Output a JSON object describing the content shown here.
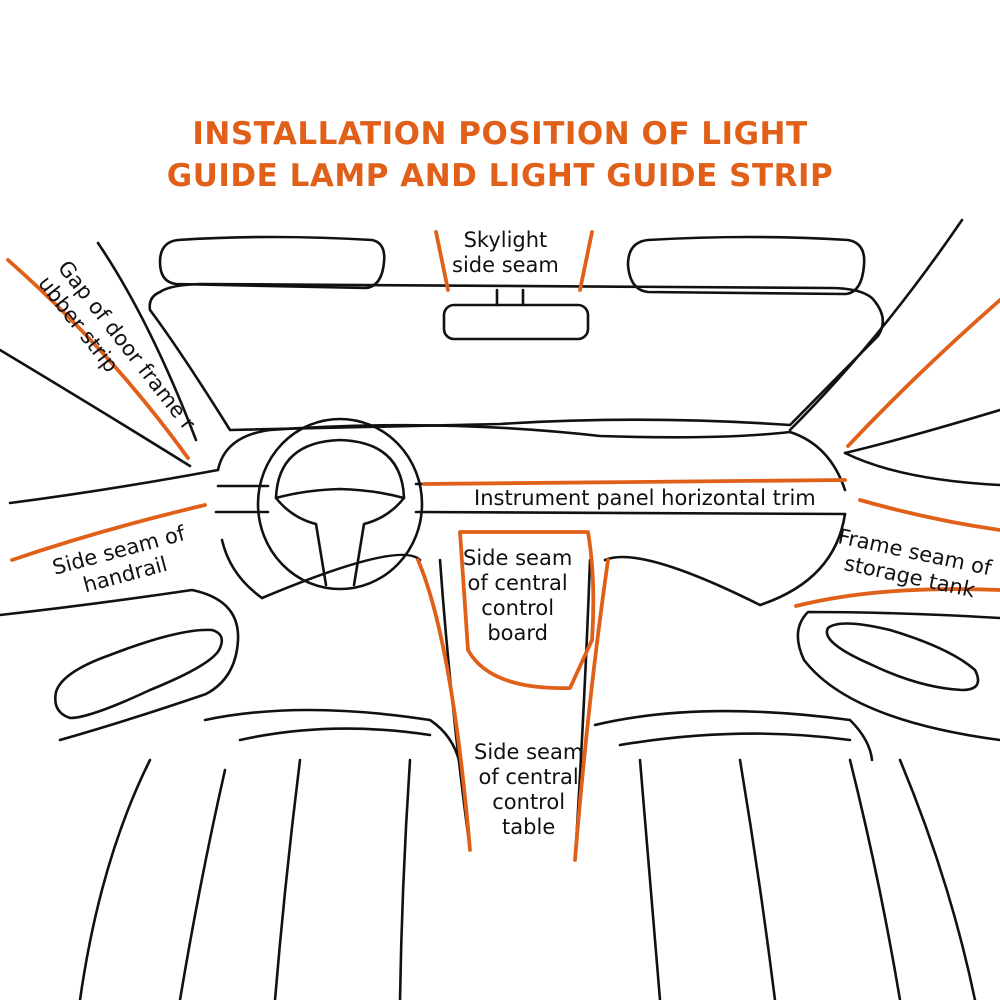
{
  "title": {
    "line1": "INSTALLATION POSITION OF LIGHT",
    "line2": "GUIDE LAMP AND LIGHT GUIDE STRIP"
  },
  "colors": {
    "accent": "#e0601a",
    "outline": "#111111",
    "background": "#ffffff"
  },
  "labels": {
    "skylight": [
      "Skylight",
      "side seam"
    ],
    "door_frame": [
      "Gap of door frame r",
      "ubber strip"
    ],
    "instrument_panel": "Instrument panel horizontal trim",
    "handrail": [
      "Side seam of",
      "handrail"
    ],
    "central_board": [
      "Side seam",
      "of central",
      "control",
      "board"
    ],
    "storage_tank": [
      "Frame seam of",
      "storage tank"
    ],
    "central_table": [
      "Side seam",
      "of central",
      "control",
      "table"
    ]
  }
}
